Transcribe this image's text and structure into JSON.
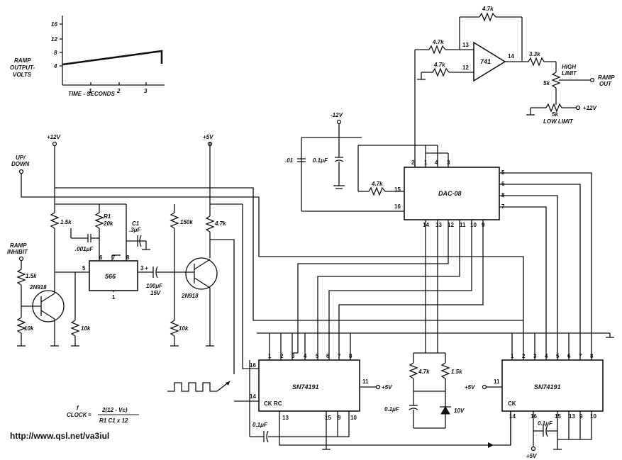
{
  "graph": {
    "ylabel": [
      "RAMP",
      "OUTPUT-",
      "VOLTS"
    ],
    "xlabel": "TIME - SECONDS",
    "yticks": [
      "16",
      "12",
      "8",
      "4"
    ],
    "xticks": [
      "1",
      "2",
      "3"
    ]
  },
  "supplies": {
    "p12": "+12V",
    "p5": "+5V",
    "n12": "-12V",
    "p12_right": "+12V",
    "p5_a": "+5V",
    "p5_b": "+5V",
    "p5_c": "+5V"
  },
  "labels": {
    "updown": [
      "UP/",
      "DOWN"
    ],
    "ramp_inhibit": [
      "RAMP",
      "INHIBIT"
    ],
    "high_limit": [
      "HIGH",
      "LIMIT"
    ],
    "low_limit": "LOW LIMIT",
    "ramp_out": [
      "RAMP",
      "OUT"
    ],
    "formula_left": [
      "f",
      "CLOCK"
    ],
    "formula_num": "2(12 - Vc)",
    "formula_den": "R1 C1 x 12"
  },
  "components": {
    "r_15k": "1.5k",
    "r1": "R1",
    "r1_val": "20k",
    "c1": "C1",
    "c1_val": ".3μF",
    "c_001": ".001μF",
    "ic566": "566",
    "q_left": "2N918",
    "q_right": "2N918",
    "r_15k_inh": "1.5k",
    "r_10k_a": "10k",
    "r_10k_b": "10k",
    "r_150k": "150k",
    "r_10k_c": "10k",
    "r_47k_a": "4.7k",
    "c_100": "100μF",
    "c_100v": "15V",
    "dac": "DAC-08",
    "c_01": ".01",
    "c_01b": "0.1μF",
    "r_47k_dac": "4.7k",
    "op741": "741",
    "r_47k_fb": "4.7k",
    "r_47k_in": "4.7k",
    "r_47k_pl": "4.7k",
    "r_33k": "3.3k",
    "pot_hi": "5k",
    "pot_lo": "5k",
    "counter_left": "SN74191",
    "counter_right": "SN74191",
    "rc": "RC",
    "ck": "CK",
    "ck2": "CK",
    "r_47k_z": "4.7k",
    "r_15k_z": "1.5k",
    "c_01z": "0.1μF",
    "zener": "10V",
    "c_01c": "0.1μF",
    "c_01d": "0.1μF"
  },
  "pins": {
    "dac_top": [
      "2",
      "1",
      "4",
      "3"
    ],
    "dac_left": [
      "15",
      "16"
    ],
    "dac_right": [
      "5",
      "6",
      "8",
      "7"
    ],
    "dac_bottom": [
      "14",
      "13",
      "12",
      "11",
      "10",
      "9"
    ],
    "ic566": [
      "6",
      "7",
      "8",
      "5",
      "3",
      "1"
    ],
    "op741": [
      "13",
      "12",
      "14"
    ],
    "cnt_top": [
      "1",
      "2",
      "3",
      "4",
      "5",
      "6",
      "7",
      "8"
    ],
    "cnt_left_side": [
      "16",
      "14"
    ],
    "cnt_left_bottom": [
      "13",
      "15",
      "9",
      "10"
    ],
    "cnt_left_right": "11",
    "cnt_right_side": "11",
    "cnt_right_bottom": [
      "14",
      "16",
      "15",
      "13",
      "9",
      "10"
    ]
  },
  "footer": {
    "url": "http://www.qsl.net/va3iul"
  }
}
